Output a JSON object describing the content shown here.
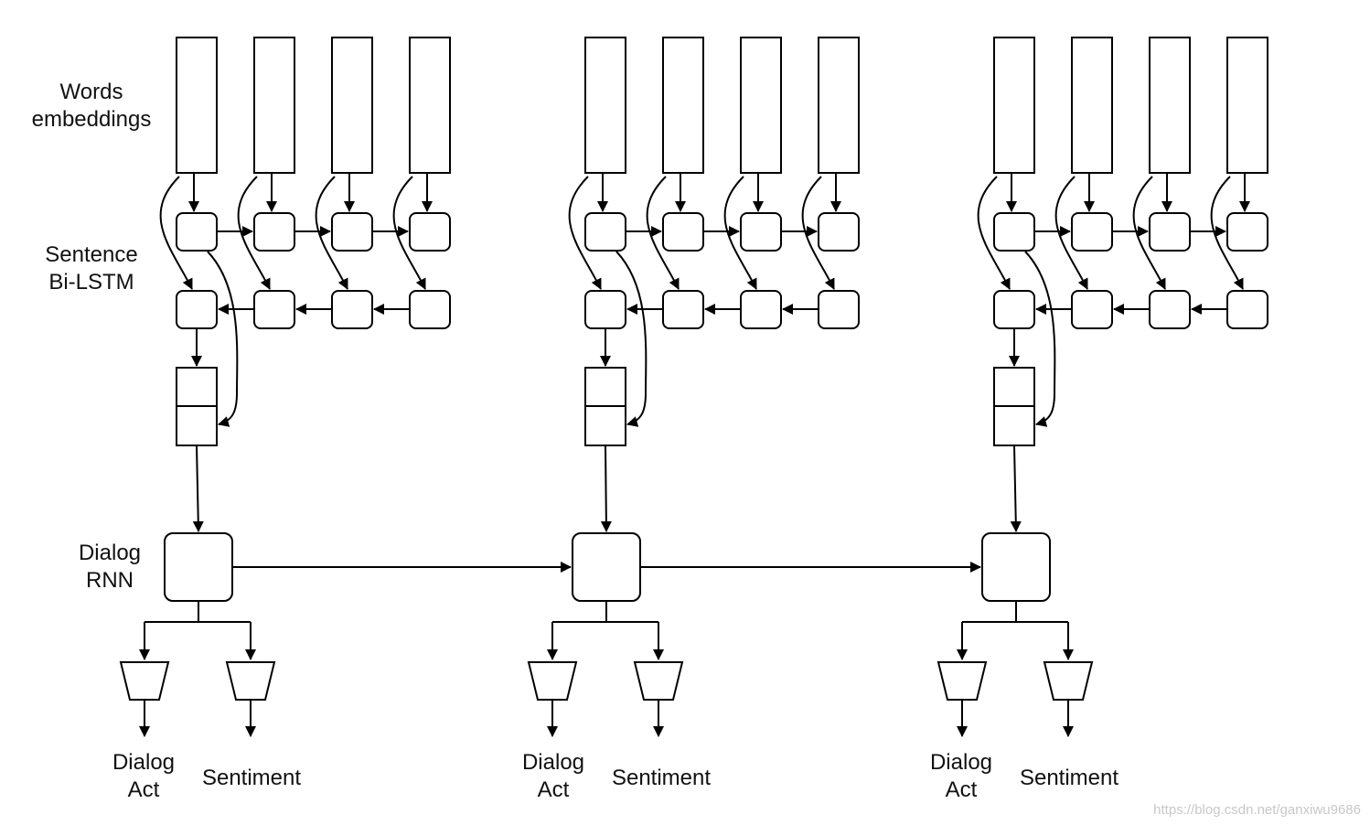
{
  "diagram": {
    "row_labels": {
      "words_line1": "Words",
      "words_line2": "embeddings",
      "bilstm_line1": "Sentence",
      "bilstm_line2": "Bi-LSTM",
      "dialog_line1": "Dialog",
      "dialog_line2": "RNN"
    },
    "outputs": [
      {
        "act_line1": "Dialog",
        "act_line2": "Act",
        "sentiment": "Sentiment"
      },
      {
        "act_line1": "Dialog",
        "act_line2": "Act",
        "sentiment": "Sentiment"
      },
      {
        "act_line1": "Dialog",
        "act_line2": "Act",
        "sentiment": "Sentiment"
      }
    ],
    "utterance_count": 3,
    "words_per_utterance": 4,
    "stroke_color": "#000000",
    "background_color": "#ffffff"
  },
  "watermark": "https://blog.csdn.net/ganxiwu9686"
}
